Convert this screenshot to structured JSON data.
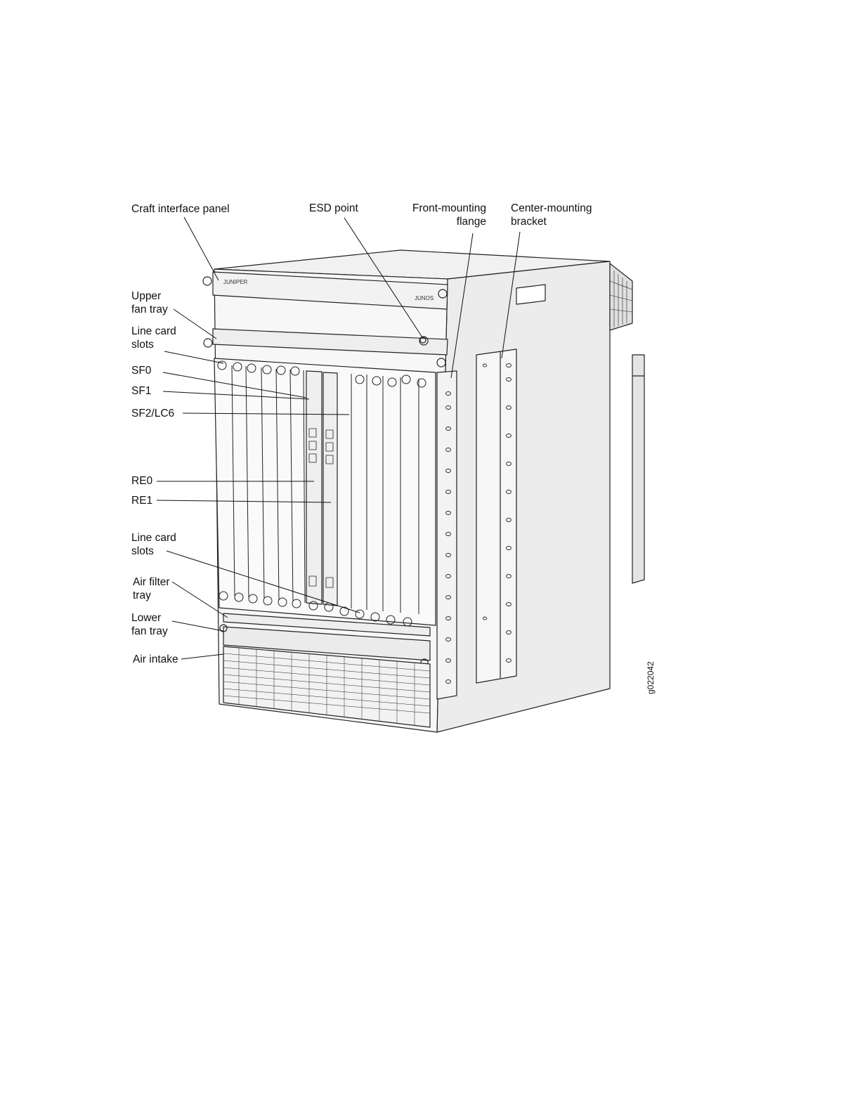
{
  "callouts": {
    "craft_interface_panel": "Craft interface panel",
    "esd_point": "ESD point",
    "front_mounting_flange": [
      "Front-mounting",
      "flange"
    ],
    "center_mounting_bracket": [
      "Center-mounting",
      "bracket"
    ],
    "upper_fan_tray": [
      "Upper",
      "fan tray"
    ],
    "line_card_slots_top": [
      "Line card",
      "slots"
    ],
    "sf0": "SF0",
    "sf1": "SF1",
    "sf2_lc6": "SF2/LC6",
    "re0": "RE0",
    "re1": "RE1",
    "line_card_slots_bottom": [
      "Line card",
      "slots"
    ],
    "air_filter_tray": [
      "Air filter",
      "tray"
    ],
    "lower_fan_tray": [
      "Lower",
      "fan tray"
    ],
    "air_intake": "Air intake"
  },
  "figure_id": "g022042",
  "logo_text": "JUNIPER",
  "junos_text": "JUNOS",
  "colors": {
    "line": "#222222",
    "panel": "#f4f4f4",
    "side": "#e9e9e9",
    "top": "#f1f1f1"
  }
}
